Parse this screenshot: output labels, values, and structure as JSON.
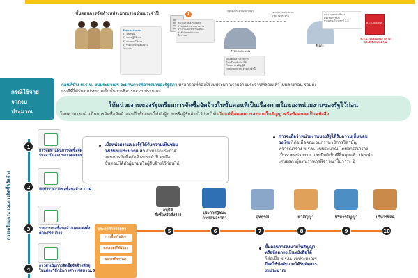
{
  "top": {
    "process_title": "ขั้นตอนการจัดทำงบประมาณรายจ่ายประจำปี",
    "prep_box": {
      "heading": "คำของบประมาณ",
      "lines": [
        "1) วิสัยทัศน์",
        "2) แผนปฏิบัติงาน",
        "3) แผนการใช้จ่าย",
        "4) รายงานข้อมูลผลงาน",
        "ประมาณ"
      ]
    },
    "step1_num": "1",
    "step1_text": [
      "หน่วยงานของรัฐจัดทำ",
      "คำของบประมาณรายจ่าย",
      "ประจำปีงบประมาณเสนอ",
      "ต่อสำนักงบประมาณ",
      "ที่กำหนด"
    ],
    "step2_text": [
      "กรมงบประมาณพิจารณา",
      "เสนอคณะ",
      "รัฐมนตรี"
    ],
    "step3_text": [
      "เสนอร่างงบประมาณ",
      "รายจ่ายประจำปี"
    ],
    "cabinet_label": "สำนักงบประมาณ",
    "cabinet_text": [
      "อนุมัติให้ส่วนราชการ",
      "ไปแก้ไขปรับปรุงให้",
      "ในพระราชบัญญัติ",
      "งบประมาณรายจ่ายประจำปี"
    ],
    "parliament_label": "รัฐสภา",
    "parl_box_text": [
      "คณะอนุกรรมาธิการ",
      "พิจารณาร่างงบ",
      "ประมาณ ในวาระที่ 1-3"
    ],
    "red_book_text": "พ.ร.บ.งบประมาณ",
    "red_book_caption": [
      "พ.ร.บ.งบประมาณรายจ่าย",
      "ประจำปีงบประมาณ"
    ]
  },
  "section_tab": {
    "line1": "กรณีใช้จ่าย",
    "line2": "จากงบประมาณ"
  },
  "intro": {
    "lead": "ก่อนที่ร่าง พ.ร.บ. งบประมาณฯ จะผ่านการพิจารณาของรัฐสภา",
    "rest": " หรือกรณีที่ต้องใช้งบประมาณรายจ่ายประจำปีที่ล่วงแล้วไปพลางก่อน รวมถึง",
    "line2": "กรณีที่ได้รับงบประมาณในขั้นการพิจารณางบประมาณ"
  },
  "banner": {
    "main": "ให้หน่วยงานของรัฐเตรียมการจัดซื้อจัดจ้างในขั้นตอนที่เป็นเรื่องภายในของหน่วยงานของรัฐไว้ก่อน",
    "sub_normal": "โดยสามารถดำเนินการจัดซื้อจัดจ้างจนถึงขั้นตอนได้ตัวผู้ขายหรือผู้รับจ้างไว้ก่อนได้ ",
    "sub_red": "เว้นแต่ขั้นตอนการลงนามในสัญญาหรือข้อตกลงเป็นหนังสือ"
  },
  "vertical_label": "การเตรียมกระบวนการจัดซื้อจัดจ้าง",
  "left_steps": [
    {
      "num": "1",
      "text": [
        "การจัดทำแผนการจัดซื้อจัดจ้าง",
        "ประจำปีและประกาศเผยแพร่"
      ]
    },
    {
      "num": "2",
      "text": [
        "จัดทำรายงานขอซื้อขอจ้าง TOR"
      ]
    },
    {
      "num": "3",
      "text": [
        "รายงานขอซื้อขอจ้างและแต่งตั้ง",
        "คณะกรรมการ"
      ]
    },
    {
      "num": "4",
      "text": [
        "การดำเนินการจัดซื้อจัดจ้างพัสดุ",
        "ในแต่ละวิธี/ประกาศการจัดหา ม.56"
      ]
    }
  ],
  "callout_left": {
    "bold1": "เมื่อหน่วยงานของรัฐได้รับความเห็นชอบ",
    "bold2": "วงเงินงบประมาณแล้ว",
    "rest1": " สามารถประกาศ",
    "rest2": "แผนการจัดซื้อจัดจ้างประจำปี จนถึง",
    "rest3": "ขั้นตอนได้ตัวผู้ขายหรือผู้รับจ้างไว้ก่อนได้"
  },
  "callout_right": {
    "bold1": "การจะถือว่าหน่วยงานของรัฐได้รับความเห็นชอบ",
    "bold2": "วงเงิน",
    "rest1": " ก็ต่อเมื่อคณะอนุกรรมาธิการวิสามัญ",
    "rest2": "พิจารณาร่าง พ.ร.บ. งบประมาณ ได้พิจารณาร่าง",
    "rest3": "เป็นรายหน่วยงาน และมีมติเป็นที่สิ้นสุดแล้ว ก่อนนำ",
    "rest4": "เสนอสภาผู้แทนราษฎรพิจารณาในวาระ 2"
  },
  "approval_box": {
    "heading": "ประกาศการจัดหา",
    "items": [
      "การซื้อหรือจ้าง",
      "ขอบเขตที่ได้รับมา",
      "ผลการพิจารณา"
    ]
  },
  "timeline": [
    {
      "num": "5",
      "label": [
        "อนุมัติ",
        "สั่งซื้อหรือสั่งจ้าง"
      ]
    },
    {
      "num": "6",
      "label": [
        "ประกาศผู้ชนะ",
        "การเสนอราคา"
      ]
    },
    {
      "num": "7",
      "label": [
        "อุทธรณ์"
      ]
    },
    {
      "num": "8",
      "label": [
        "ทำสัญญา"
      ]
    },
    {
      "num": "9",
      "label": [
        "บริหารสัญญา"
      ]
    },
    {
      "num": "10",
      "label": [
        "บริหารพัสดุ"
      ]
    }
  ],
  "callout_bottom": {
    "bold1": "ขั้นตอนการลงนามในสัญญา",
    "bold2": "หรือข้อตกลงเป็นหนังสือได้",
    "rest1": "ก็ต่อเมื่อ พ.ร.บ. งบประมาณฯ",
    "rest2": "มีผลใช้บังคับและได้รับจัดสรร",
    "rest3": "งบประมาณ"
  },
  "colors": {
    "teal": "#1d8a9e",
    "orange": "#e87a2a",
    "red": "#e2231a",
    "navy": "#1a2a7a",
    "banner_bg": "#d6efe4",
    "top_bar": "#f5c518"
  }
}
